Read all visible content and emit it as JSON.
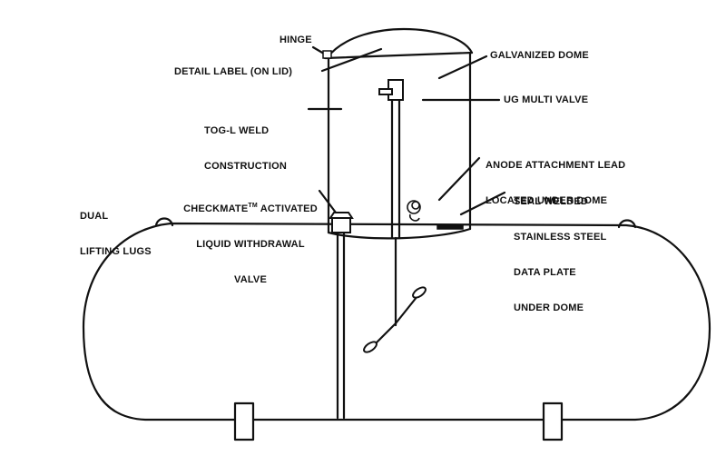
{
  "diagram": {
    "labels": {
      "hinge": "HINGE",
      "detail_label": "DETAIL LABEL (ON LID)",
      "galvanized_dome": "GALVANIZED DOME",
      "tog_l_weld_line1": "TOG-L WELD",
      "tog_l_weld_line2": "CONSTRUCTION",
      "ug_multi_valve": "UG MULTI VALVE",
      "anode_line1": "ANODE ATTACHMENT LEAD",
      "anode_line2": "LOCATED UNDER DOME",
      "checkmate_line1_prefix": "CHECKMATE",
      "checkmate_tm": "TM",
      "checkmate_line1_suffix": " ACTIVATED",
      "checkmate_line2": "LIQUID WITHDRAWAL",
      "checkmate_line3": "VALVE",
      "dual_line1": "DUAL",
      "dual_line2": "LIFTING LUGS",
      "seal_line1": "SEAL WELDED",
      "seal_line2": "STAINLESS STEEL",
      "seal_line3": "DATA PLATE",
      "seal_line4": "UNDER DOME"
    },
    "colors": {
      "line": "#111111",
      "background": "#ffffff"
    }
  }
}
